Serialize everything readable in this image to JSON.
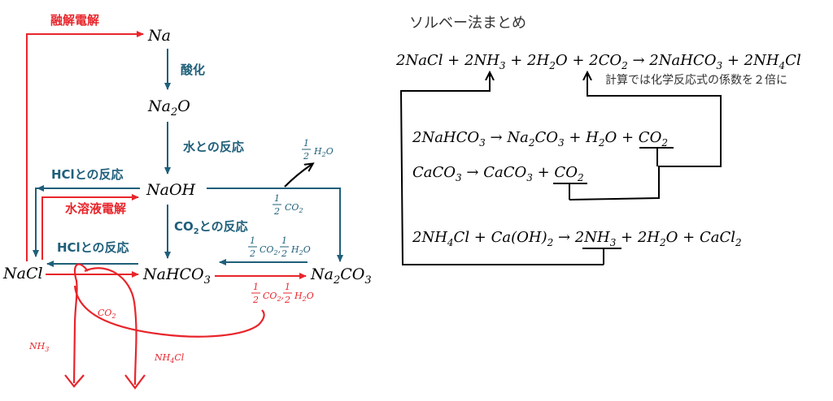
{
  "colors": {
    "red": "#e8252b",
    "blue": "#1f5f7a",
    "black": "#000000",
    "gray": "#333333"
  },
  "left": {
    "species": {
      "na": "Na",
      "na2o": "Na",
      "na2o_sub": "2",
      "na2o_tail": "O",
      "naoh": "NaOH",
      "nacl": "NaCl",
      "nahco3": "NaHCO",
      "nahco3_sub": "3",
      "na2co3_a": "Na",
      "na2co3_sub1": "2",
      "na2co3_b": "CO",
      "na2co3_sub2": "3"
    },
    "labels": {
      "melt_electrolysis": "融解電解",
      "oxidation": "酸化",
      "water_reaction": "水との反応",
      "hcl_reaction_1": "HClとの反応",
      "aq_electrolysis": "水溶液電解",
      "co2_reaction_a": "CO",
      "co2_reaction_sub": "2",
      "co2_reaction_b": "との反応",
      "hcl_reaction_2": "HClとの反応"
    },
    "fractions": {
      "one": "1",
      "two": "2",
      "h2o": "H",
      "h2o_sub": "2",
      "h2o_tail": "O",
      "co2": "CO",
      "co2_sub": "2",
      "comma": ","
    },
    "annotations": {
      "nh3": "NH",
      "nh3_sub": "3",
      "co2": "CO",
      "co2_sub": "2",
      "nh4cl": "NH",
      "nh4cl_sub": "4",
      "nh4cl_tail": "Cl"
    }
  },
  "right": {
    "title": "ソルベー法まとめ",
    "note": "計算では化学反応式の係数を２倍に",
    "eq1": {
      "p1": "2NaCl + 2NH",
      "s1": "3",
      "p2": " + 2H",
      "s2": "2",
      "p3": "O + 2CO",
      "s3": "2",
      "p4": " → 2NaHCO",
      "s4": "3",
      "p5": " + 2NH",
      "s5": "4",
      "p6": "Cl"
    },
    "eq2": {
      "p1": "2NaHCO",
      "s1": "3",
      "p2": " → Na",
      "s2": "2",
      "p3": "CO",
      "s3": "3",
      "p4": " + H",
      "s4": "2",
      "p5": "O + CO",
      "s5": "2"
    },
    "eq3": {
      "p1": "CaCO",
      "s1": "3",
      "p2": " → CaCO",
      "s2": "3",
      "p3": " + CO",
      "s3": "2"
    },
    "eq4": {
      "p1": "2NH",
      "s1": "4",
      "p2": "Cl + Ca(OH)",
      "s2": "2",
      "p3": " → 2NH",
      "s3": "3",
      "p4": " + 2H",
      "s4": "2",
      "p5": "O + CaCl",
      "s5": "2"
    }
  }
}
